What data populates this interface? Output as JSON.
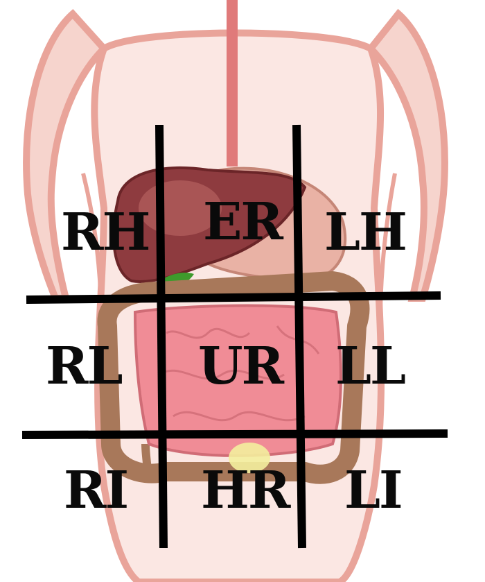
{
  "regions": {
    "rh": "RH",
    "er": "ER",
    "lh": "LH",
    "rl": "RL",
    "ur": "UR",
    "ll": "LL",
    "ri": "RI",
    "hr": "HR",
    "li": "LI"
  },
  "colors": {
    "skin_outline": "#e9a49a",
    "skin_fill": "#f6d4cd",
    "liver": "#8e3b3f",
    "liver_highlight": "#b56160",
    "stomach": "#e9b2a5",
    "gallbladder": "#3e9a2c",
    "large_intestine": "#a8785a",
    "small_intestine": "#f08c96",
    "bladder": "#f3ee9d",
    "grid_lines": "#000000"
  }
}
